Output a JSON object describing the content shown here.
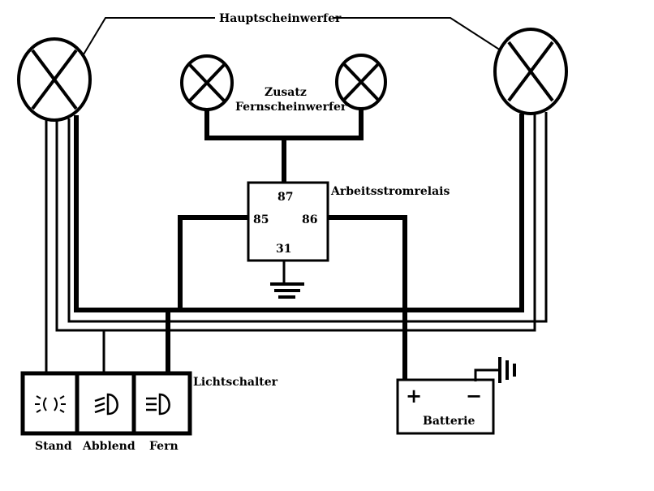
{
  "labels": {
    "headlights": "Hauptscheinwerfer",
    "aux_line1": "Zusatz",
    "aux_line2": "Fernscheinwerfer",
    "relay": "Arbeitsstromrelais",
    "switch": "Lichtschalter",
    "battery": "Batterie"
  },
  "relay_pins": {
    "p87": "87",
    "p85": "85",
    "p86": "86",
    "p31": "31"
  },
  "battery_terms": {
    "plus": "+",
    "minus": "−"
  },
  "switch_positions": {
    "stand": "Stand",
    "abblend": "Abblend",
    "fern": "Fern"
  },
  "icons": {
    "stand": "parking-light-icon",
    "abblend": "low-beam-icon",
    "fern": "high-beam-icon"
  }
}
